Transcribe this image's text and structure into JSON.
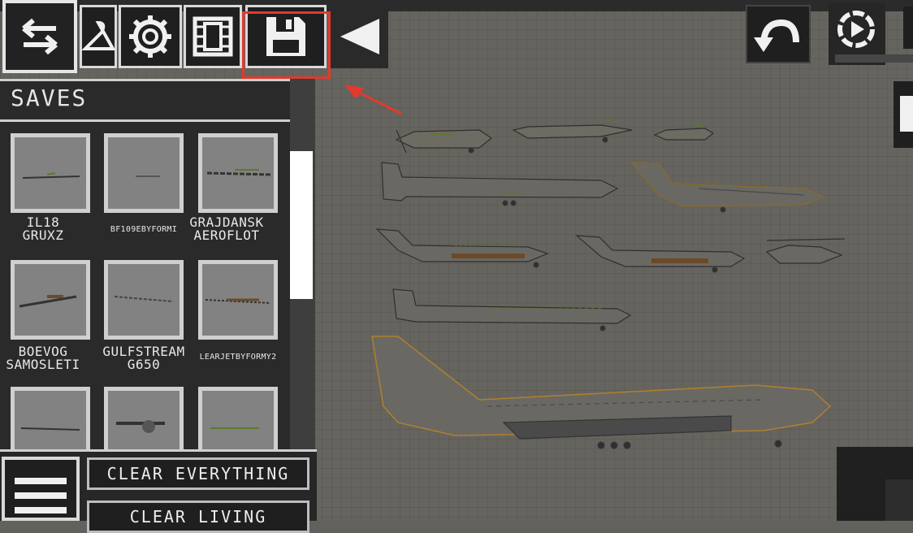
{
  "toolbar": {
    "swap_icon": "swap-arrows-icon",
    "clothes_icon": "hanger-icon",
    "settings_icon": "gear-icon",
    "film_icon": "film-strip-icon",
    "save_icon": "floppy-disk-icon",
    "play_icon": "triangle-left-icon"
  },
  "top_right": {
    "undo_icon": "undo-arrow-icon",
    "slowmo_icon": "slow-motion-icon"
  },
  "saves_panel": {
    "title": "SAVES",
    "items": [
      {
        "label": "IL18\nGRUXZ",
        "size": "big"
      },
      {
        "label": "BF109EBYFORMI",
        "size": "small"
      },
      {
        "label": "GRAJDANSK\nAEROFLOT",
        "size": "big"
      },
      {
        "label": "BOEVOG\nSAMOSLETI",
        "size": "big"
      },
      {
        "label": "GULFSTREAM\nG650",
        "size": "big"
      },
      {
        "label": "LEARJETBYFORMY2",
        "size": "small"
      },
      {
        "label": "",
        "size": "big"
      },
      {
        "label": "",
        "size": "big"
      },
      {
        "label": "",
        "size": "big"
      }
    ]
  },
  "bottom": {
    "menu_icon": "hamburger-menu-icon",
    "clear_everything": "CLEAR EVERYTHING",
    "clear_living": "CLEAR LIVING"
  },
  "accent": {
    "highlight_color": "#e23a2c",
    "ui_border": "#d9d9d9",
    "ui_dark": "#1f1f1f",
    "background": "#66645f"
  }
}
